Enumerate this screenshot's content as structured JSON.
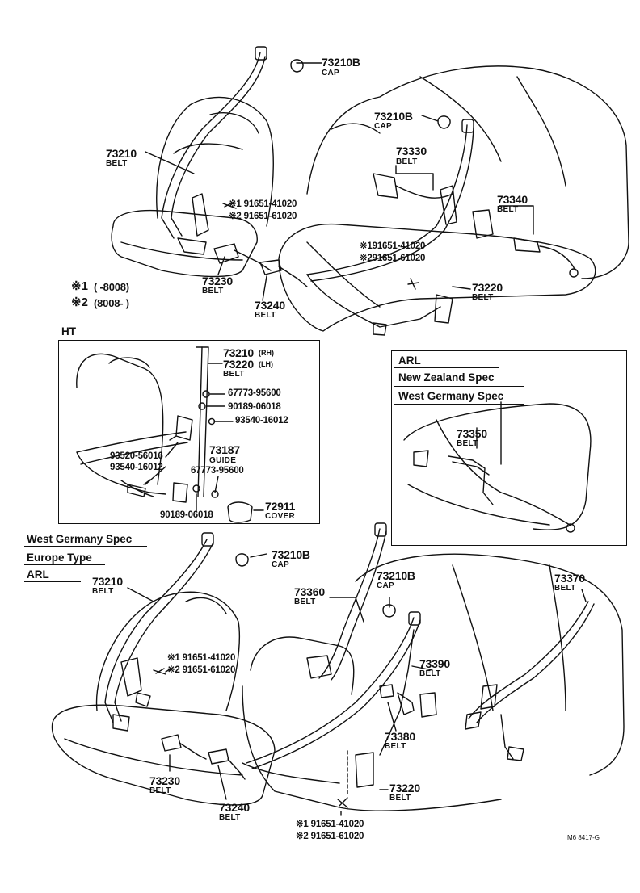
{
  "notes": {
    "n1_mark": "※1",
    "n1_range": "(        -8008)",
    "n2_mark": "※2",
    "n2_range": "(8008-          )"
  },
  "top": {
    "p73210b": "73210B",
    "p73210b_n": "CAP",
    "p73210": "73210",
    "p73210_n": "BELT",
    "p73210b2": "73210B",
    "p73210b2_n": "CAP",
    "p73330": "73330",
    "p73330_n": "BELT",
    "bolt1_a": "※1 91651-41020",
    "bolt1_b": "※2 91651-61020",
    "p73340": "73340",
    "p73340_n": "BELT",
    "bolt2_a": "※191651-41020",
    "bolt2_b": "※291651-61020",
    "p73230": "73230",
    "p73230_n": "BELT",
    "p73240": "73240",
    "p73240_n": "BELT",
    "p73220": "73220",
    "p73220_n": "BELT"
  },
  "ht": {
    "title": "HT",
    "p1": "73210",
    "p1s": "(RH)",
    "p2": "73220",
    "p2s": "(LH)",
    "p_n": "BELT",
    "a": "67773-95600",
    "b": "90189-06018",
    "c": "93540-16012",
    "d": "93520-56016",
    "e": "93540-16012",
    "guide": "73187",
    "guide_n": "GUIDE",
    "f": "67773-95600",
    "g": "90189-06018",
    "cover": "72911",
    "cover_n": "COVER"
  },
  "arl": {
    "l1": "ARL",
    "l2": "New Zealand Spec",
    "l3": "West Germany Spec",
    "part": "73350",
    "part_n": "BELT"
  },
  "bottom": {
    "l1": "West Germany Spec",
    "l2": "Europe Type",
    "l3": "ARL",
    "p73210": "73210",
    "p73210_n": "BELT",
    "p73210b": "73210B",
    "p73210b_n": "CAP",
    "p73360": "73360",
    "p73360_n": "BELT",
    "p73210b2": "73210B",
    "p73210b2_n": "CAP",
    "p73370": "73370",
    "p73370_n": "BELT",
    "bolt_a": "※1 91651-41020",
    "bolt_b": "※2 91651-61020",
    "p73390": "73390",
    "p73390_n": "BELT",
    "p73380": "73380",
    "p73380_n": "BELT",
    "p73230": "73230",
    "p73230_n": "BELT",
    "p73240": "73240",
    "p73240_n": "BELT",
    "p73220": "73220",
    "p73220_n": "BELT",
    "bolt2_a": "※1 91651-41020",
    "bolt2_b": "※2 91651-61020"
  },
  "footer": {
    "code": "M6 8417-G"
  }
}
